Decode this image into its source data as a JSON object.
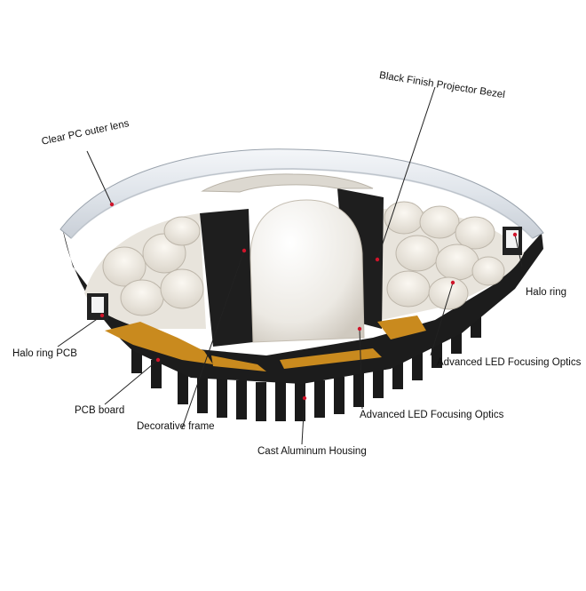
{
  "labels": {
    "bezel": "Black Finish Projector Bezel",
    "outer_lens": "Clear PC outer lens",
    "halo_ring_right": "Halo ring",
    "halo_ring_pcb": "Halo ring PCB",
    "focusing_optics_right": "Advanced LED Focusing Optics",
    "focusing_optics_bottom": "Advanced LED Focusing Optics",
    "pcb_board": "PCB board",
    "decorative_frame": "Decorative frame",
    "housing": "Cast Aluminum Housing"
  },
  "colors": {
    "housing": "#1c1c1c",
    "pcb": "#c98a1e",
    "lens": "#e4e9ef",
    "reflector": "#ededea",
    "marker": "#d0142a",
    "leader": "#222222"
  }
}
